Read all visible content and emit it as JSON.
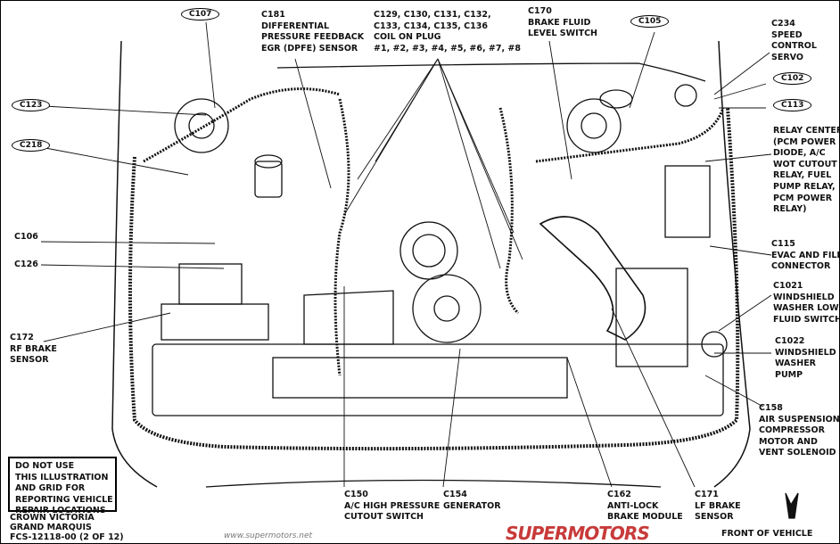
{
  "top_labels": {
    "c107": "C107",
    "c181": [
      "C181",
      "DIFFERENTIAL",
      "PRESSURE FEEDBACK",
      "EGR (DPFE) SENSOR"
    ],
    "coil": [
      "C129, C130, C131, C132,",
      "C133, C134, C135, C136",
      "COIL ON PLUG",
      "#1, #2, #3, #4, #5, #6, #7, #8"
    ],
    "c170": [
      "C170",
      "BRAKE FLUID",
      "LEVEL SWITCH"
    ],
    "c105": "C105",
    "c234": [
      "C234",
      "SPEED",
      "CONTROL",
      "SERVO"
    ]
  },
  "left_labels": {
    "c123": "C123",
    "c218": "C218",
    "c106": "C106",
    "c126": "C126",
    "c172": [
      "C172",
      "RF BRAKE",
      "SENSOR"
    ]
  },
  "right_labels": {
    "c102": "C102",
    "c113": "C113",
    "relay": [
      "RELAY CENTER",
      "(PCM POWER",
      "DIODE, A/C",
      "WOT CUTOUT",
      "RELAY, FUEL",
      "PUMP RELAY,",
      "PCM POWER",
      "RELAY)"
    ],
    "c115": [
      "C115",
      "EVAC AND FILL",
      "CONNECTOR"
    ],
    "c1021": [
      "C1021",
      "WINDSHIELD",
      "WASHER LOW",
      "FLUID SWITCH"
    ],
    "c1022": [
      "C1022",
      "WINDSHIELD",
      "WASHER",
      "PUMP"
    ],
    "c158": [
      "C158",
      "AIR SUSPENSION",
      "COMPRESSOR",
      "MOTOR AND",
      "VENT SOLENOID"
    ]
  },
  "bottom_labels": {
    "c150": [
      "C150",
      "A/C HIGH PRESSURE",
      "CUTOUT SWITCH"
    ],
    "c154": [
      "C154",
      "GENERATOR"
    ],
    "c162": [
      "C162",
      "ANTI-LOCK",
      "BRAKE MODULE"
    ],
    "c171": [
      "C171",
      "LF BRAKE",
      "SENSOR"
    ],
    "front": "FRONT OF VEHICLE"
  },
  "warning": [
    "DO NOT USE",
    "THIS ILLUSTRATION",
    "AND GRID FOR",
    "REPORTING VEHICLE",
    "REPAIR  LOCATIONS"
  ],
  "footer": [
    "CROWN VICTORIA",
    "GRAND MARQUIS",
    "FCS-12118-00 (2 OF 12)"
  ],
  "watermark": {
    "brand": "SUPERMOTORS",
    "url": "www.supermotors.net",
    "color": "#c83a3a"
  }
}
